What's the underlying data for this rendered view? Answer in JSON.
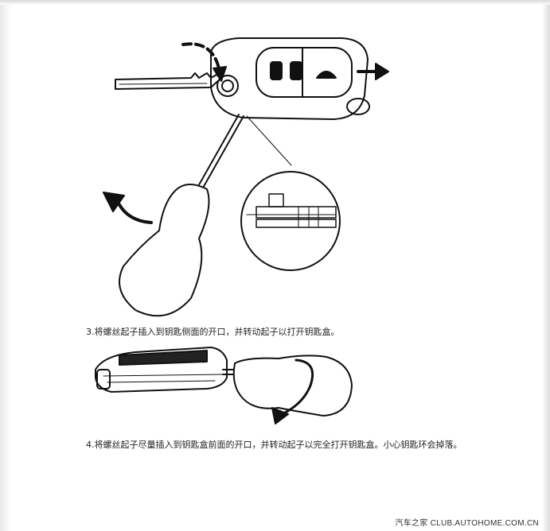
{
  "steps": [
    {
      "text": "3.将螺丝起子插入到钥匙侧面的开口，并转动起子以打开钥匙盒。"
    },
    {
      "text": "4.将螺丝起子尽量插入到钥匙盒前面的开口，并转动起子以完全打开钥匙盒。小心钥匙环会掉落。"
    }
  ],
  "watermark": "汽车之家 CLUB.AUTOHOME.COM.CN"
}
